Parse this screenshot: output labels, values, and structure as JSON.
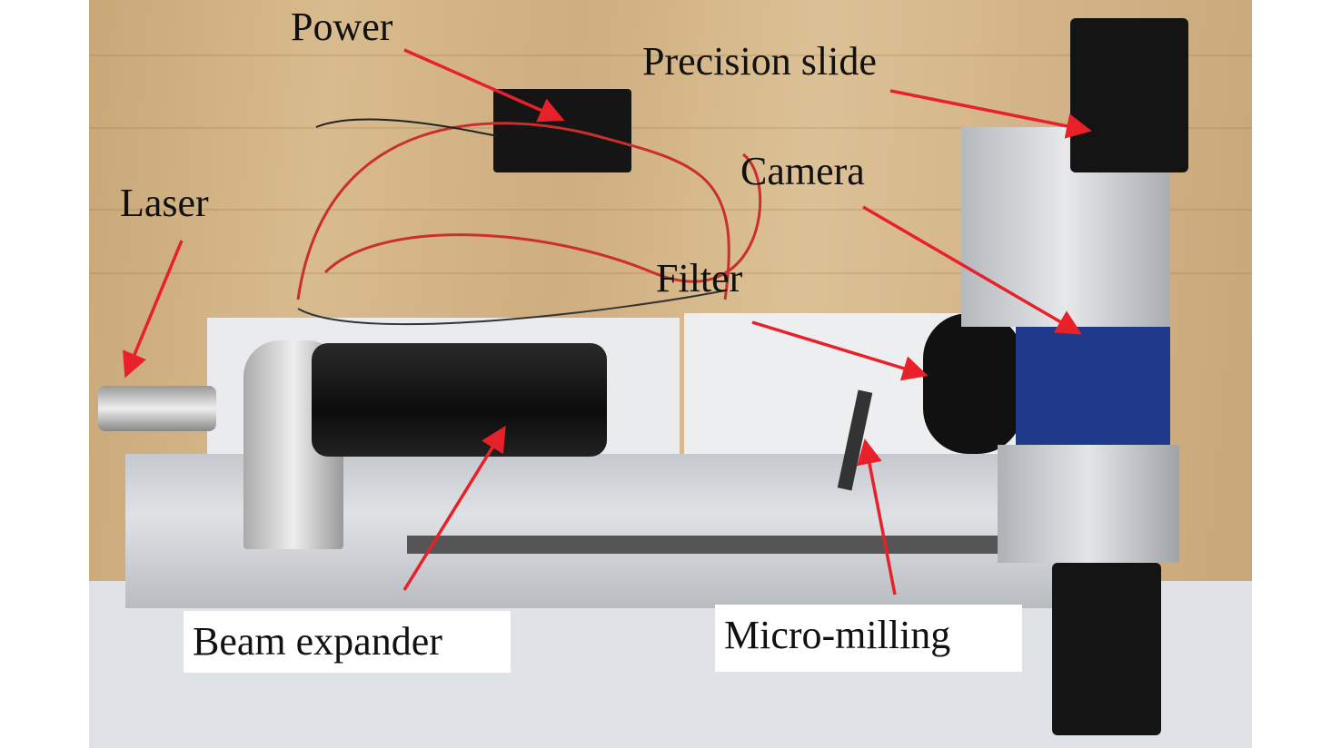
{
  "labels": {
    "power": "Power",
    "precision_slide": "Precision slide",
    "camera": "Camera",
    "laser": "Laser",
    "filter": "Filter",
    "beam_expander": "Beam expander",
    "micro_milling": "Micro-milling"
  },
  "colors": {
    "arrow": "#e8202a",
    "wood": "#d2b286",
    "camera_body": "#1f3a8a"
  }
}
